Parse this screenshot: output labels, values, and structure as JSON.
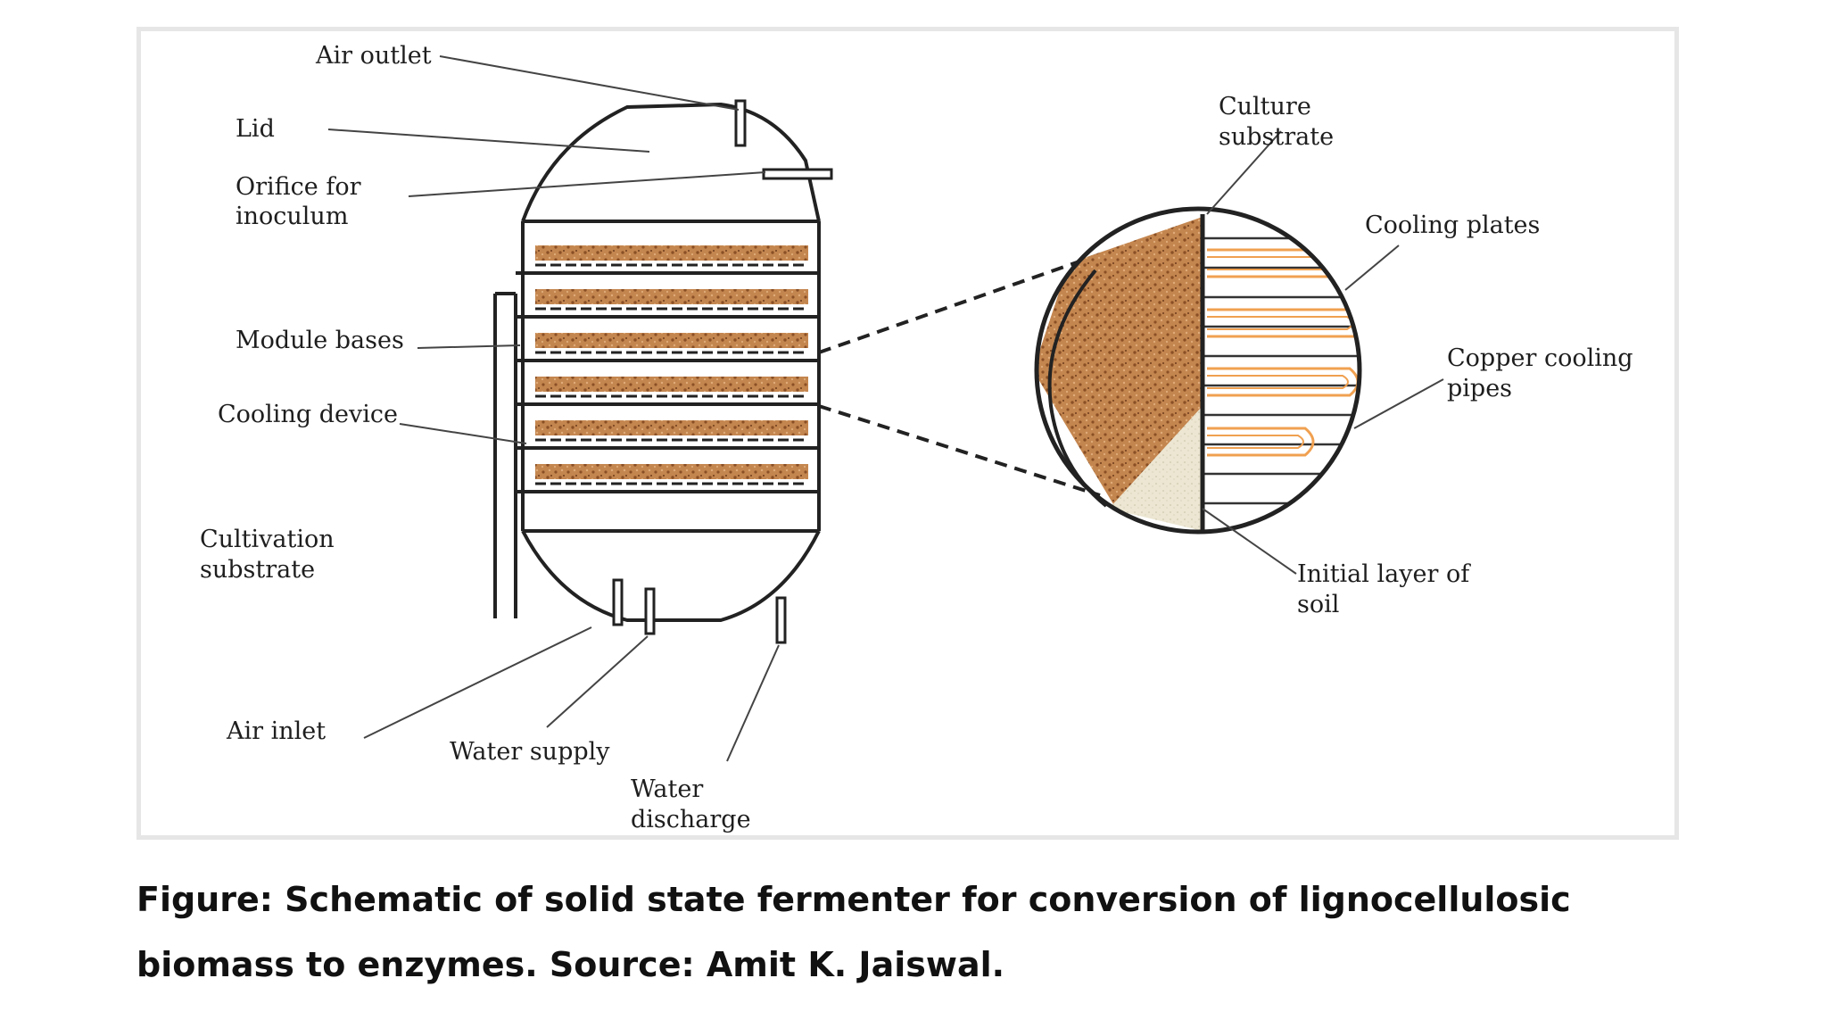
{
  "diagram": {
    "labels": {
      "air_outlet": "Air outlet",
      "lid": "Lid",
      "orifice_1": "Orifice for",
      "orifice_2": "inoculum",
      "module_bases": "Module bases",
      "cooling_device": "Cooling device",
      "cultivation_1": "Cultivation",
      "cultivation_2": "substrate",
      "air_inlet": "Air inlet",
      "water_supply": "Water supply",
      "water_discharge_1": "Water",
      "water_discharge_2": "discharge",
      "culture_1": "Culture",
      "culture_2": "substrate",
      "cooling_plates": "Cooling plates",
      "copper_1": "Copper cooling",
      "copper_2": "pipes",
      "soil_1": "Initial layer of",
      "soil_2": "soil"
    },
    "colors": {
      "substrate": "#c4864f",
      "substrate_speckle": "#8a4f25",
      "pipe": "#f0a050",
      "soil": "#ece6d2",
      "line": "#222222"
    },
    "tray_count": 6,
    "cooling_plate_count": 10
  },
  "caption": {
    "text": "Figure: Schematic of solid state fermenter for conversion of lignocellulosic biomass to enzymes. Source: Amit K. Jaiswal."
  }
}
